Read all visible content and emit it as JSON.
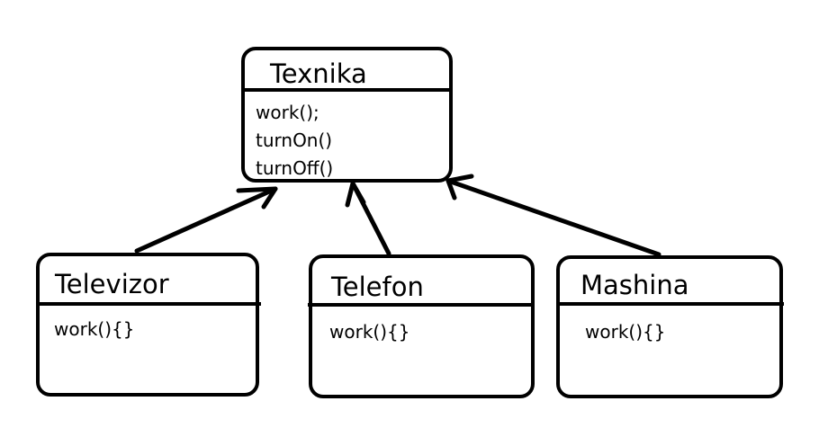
{
  "diagram": {
    "parent": {
      "title": "Texnika",
      "methods": [
        "work();",
        "turnOn()",
        "turnOff()"
      ]
    },
    "children": [
      {
        "title": "Televizor",
        "methods": [
          "work(){}"
        ]
      },
      {
        "title": "Telefon",
        "methods": [
          "work(){}"
        ]
      },
      {
        "title": "Mashina",
        "methods": [
          "work(){}"
        ]
      }
    ],
    "relations": [
      {
        "from": "Televizor",
        "to": "Texnika"
      },
      {
        "from": "Telefon",
        "to": "Texnika"
      },
      {
        "from": "Mashina",
        "to": "Texnika"
      }
    ]
  }
}
